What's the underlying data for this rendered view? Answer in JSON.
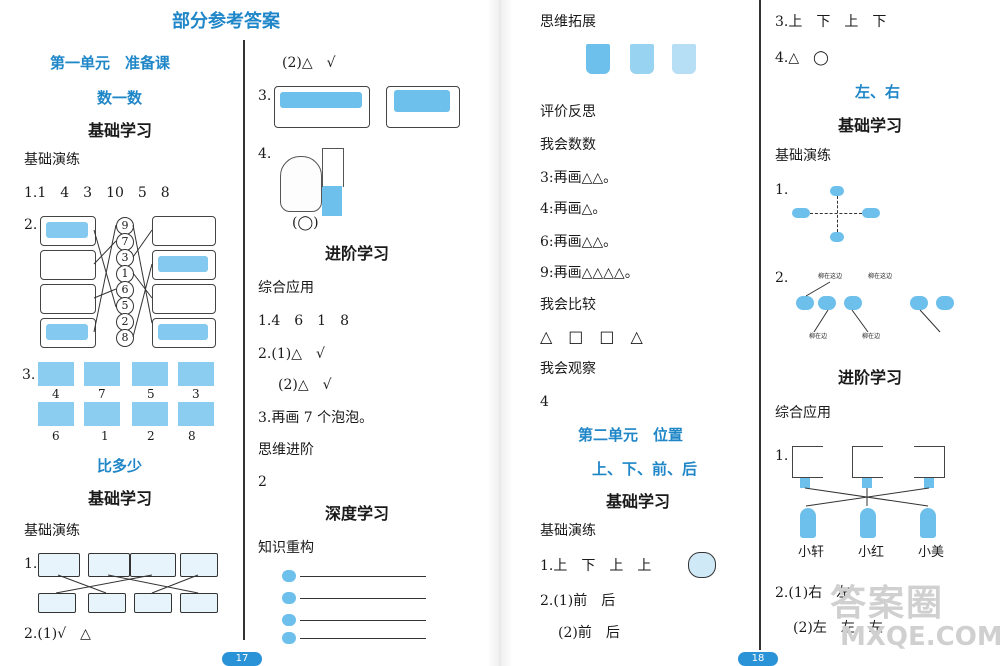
{
  "left": {
    "title": "部分参考答案",
    "unit1": "第一单元　准备课",
    "sec_count": "数一数",
    "basic_learning": "基础学习",
    "basic_practice": "基础演练",
    "q1": "1.1　4　3　10　5　8",
    "q2_label": "2.",
    "ring_numbers": [
      "9",
      "7",
      "3",
      "1",
      "6",
      "5",
      "2",
      "8"
    ],
    "q3_label": "3.",
    "q3_top": [
      "4",
      "7",
      "5",
      "3"
    ],
    "q3_bottom": [
      "6",
      "1",
      "2",
      "8"
    ],
    "sec_compare": "比多少",
    "basic_learning2": "基础学习",
    "basic_practice2": "基础演练",
    "cmp_q1": "1.",
    "cmp_q2": "2.(1)√　△",
    "page_number": "17",
    "right_col": {
      "q2_2_top": "(2)△　√",
      "q3_label": "3.",
      "q4_label": "4.",
      "q4_answer": "(◯)",
      "advanced": "进阶学习",
      "comprehensive": "综合应用",
      "ans1": "1.4　6　1　8",
      "ans2_1": "2.(1)△　√",
      "ans2_2": "(2)△　√",
      "ans3": "3.再画 7 个泡泡。",
      "thinking_adv": "思维进阶",
      "ans_think": "2",
      "deep": "深度学习",
      "knowledge": "知识重构"
    }
  },
  "right": {
    "col1": {
      "thinking_ext": "思维拓展",
      "eval": "评价反思",
      "can_count": "我会数数",
      "l1": "3:再画△△。",
      "l2": "4:再画△。",
      "l3": "6:再画△△。",
      "l4": "9:再画△△△△。",
      "can_compare": "我会比较",
      "cmp_symbols": "△　□　□　△",
      "can_observe": "我会观察",
      "observe_ans": "4",
      "unit2": "第二单元　位置",
      "sec_pos": "上、下、前、后",
      "basic_learning": "基础学习",
      "basic_practice": "基础演练",
      "q1": "1.上　下　上　上",
      "q2_1": "2.(1)前　后",
      "q2_2": "(2)前　后"
    },
    "col2": {
      "l3": "3.上　下　上　下",
      "l4": "4.△　◯",
      "sec_lr": "左、右",
      "basic_learning": "基础学习",
      "basic_practice": "基础演练",
      "q1": "1.",
      "q2": "2.",
      "q2_labels": [
        "柳在这边",
        "柳在这边",
        "柳在边",
        "柳在边"
      ],
      "advanced": "进阶学习",
      "comprehensive": "综合应用",
      "q_adv1": "1.",
      "names": [
        "小轩",
        "小红",
        "小美"
      ],
      "q_adv2": "2.(1)右　左",
      "q_adv2b": "(2)左　左　左"
    },
    "page_number": "18"
  },
  "watermark": {
    "top": "答案圈",
    "bottom": "MXQE.COM"
  }
}
